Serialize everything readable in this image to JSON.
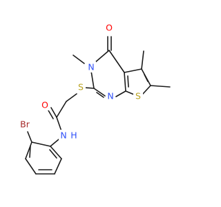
{
  "diagram": {
    "type": "skeletal-structure",
    "atom_labels": {
      "oxygen_keto": "O",
      "oxygen_amide": "O",
      "n_methyl": "N",
      "n_ring": "N",
      "s_thioether": "S",
      "s_thiophene": "S",
      "n_amide": "N",
      "h_amide": "H",
      "bromine": "Br"
    },
    "colors": {
      "bond": "#1a1a1a",
      "oxygen": "#ff0000",
      "nitrogen": "#3050f8",
      "sulfur": "#b9a21f",
      "bromine": "#a62929",
      "background": "#ffffff"
    }
  }
}
